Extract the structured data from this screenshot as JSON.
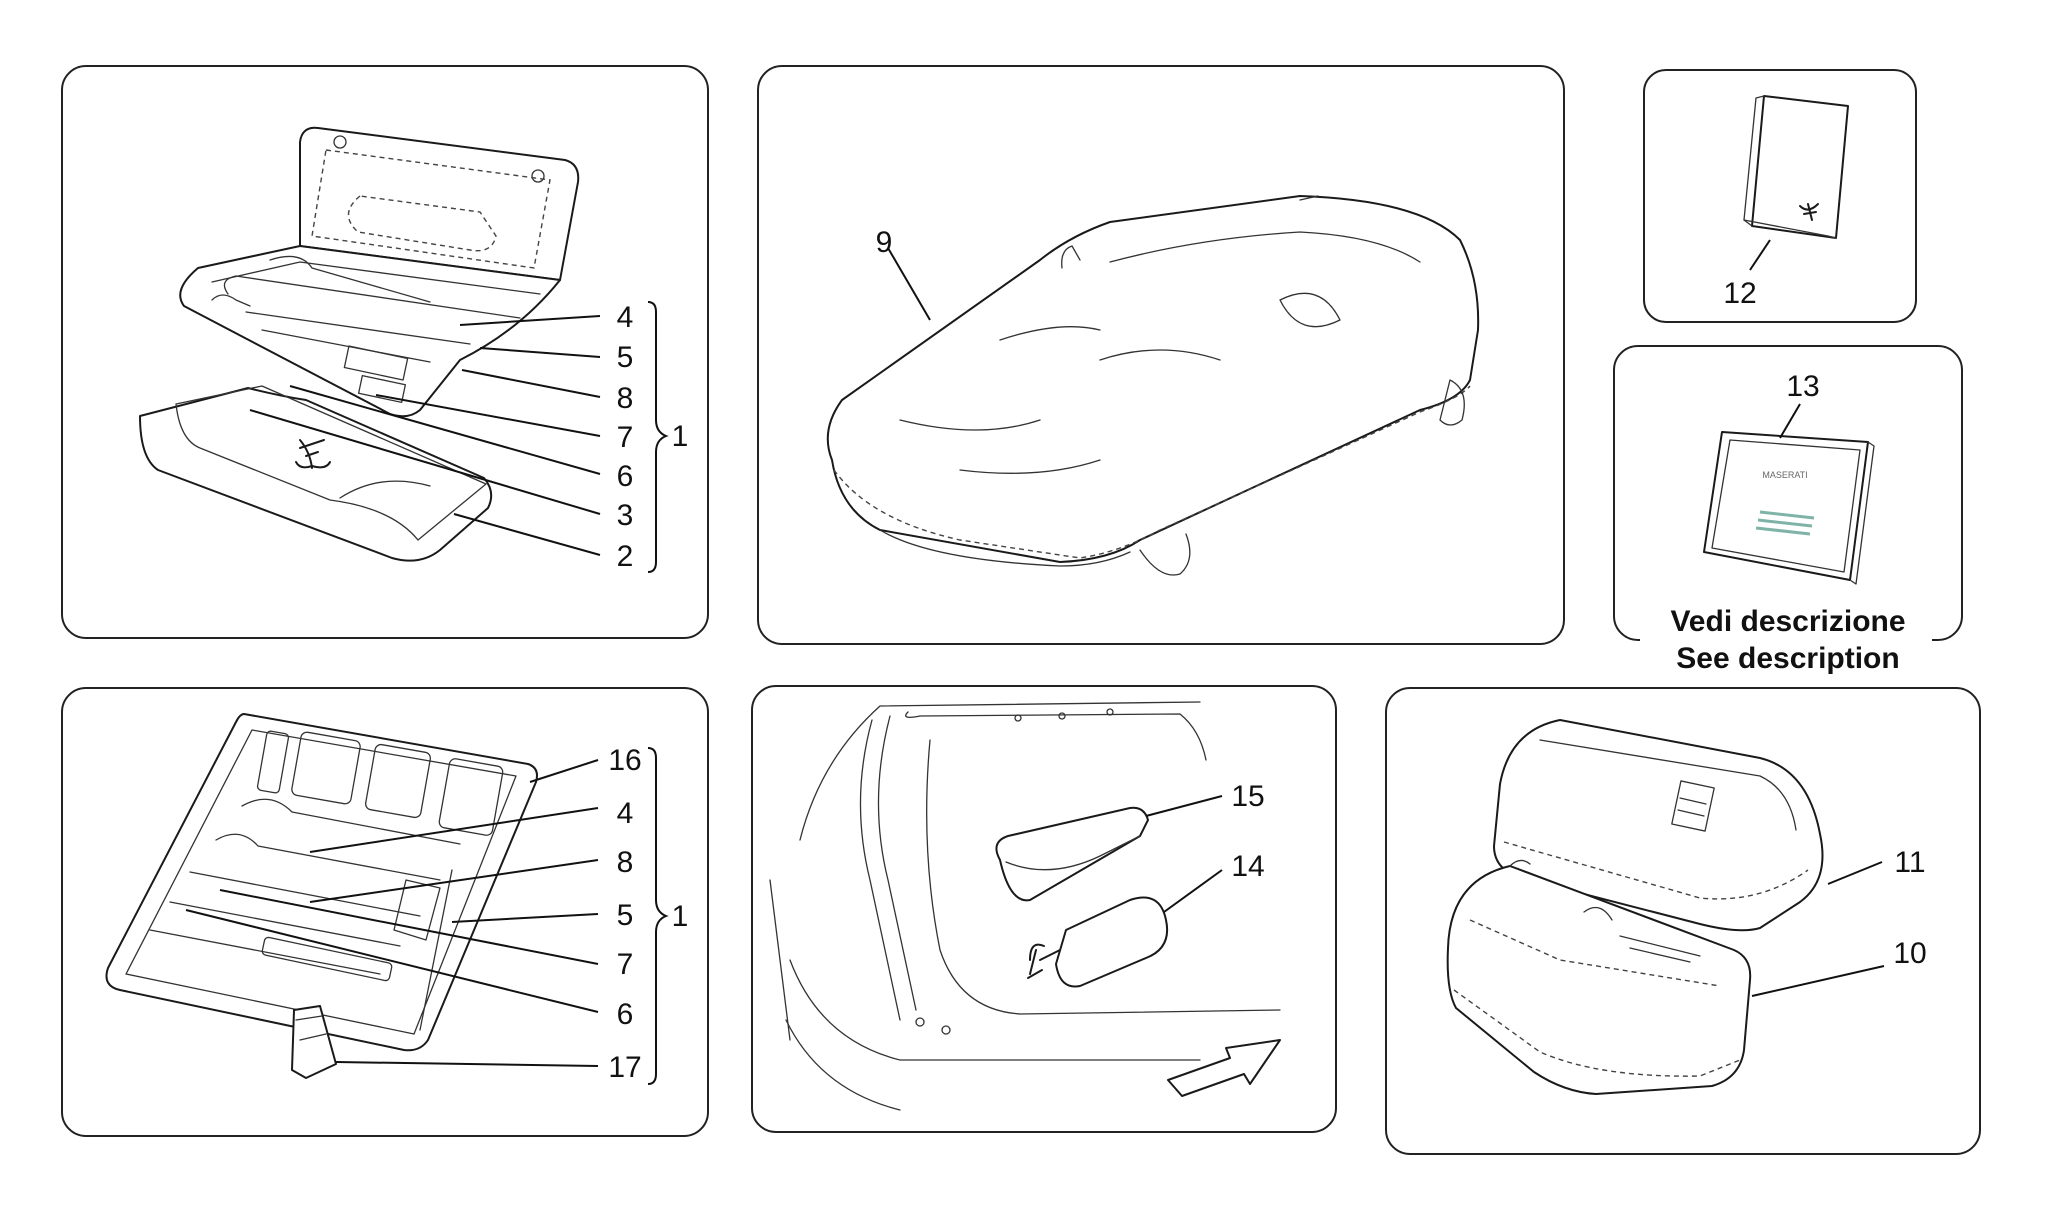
{
  "diagram": {
    "panels": [
      {
        "id": "tool-kit-bag",
        "callouts": [
          "4",
          "5",
          "8",
          "7",
          "6",
          "3",
          "2"
        ],
        "group": "1"
      },
      {
        "id": "car-cover",
        "callouts": [
          "9"
        ]
      },
      {
        "id": "booklet",
        "callouts": [
          "12"
        ]
      },
      {
        "id": "manual",
        "callouts": [
          "13"
        ],
        "note": [
          "Vedi descrizione",
          "See description"
        ]
      },
      {
        "id": "tool-tray",
        "callouts": [
          "16",
          "4",
          "8",
          "5",
          "7",
          "6",
          "17"
        ],
        "group": "1"
      },
      {
        "id": "trunk",
        "callouts": [
          "15",
          "14"
        ]
      },
      {
        "id": "cases",
        "callouts": [
          "11",
          "10"
        ]
      }
    ],
    "manual_logo_text": "MASERATI"
  }
}
